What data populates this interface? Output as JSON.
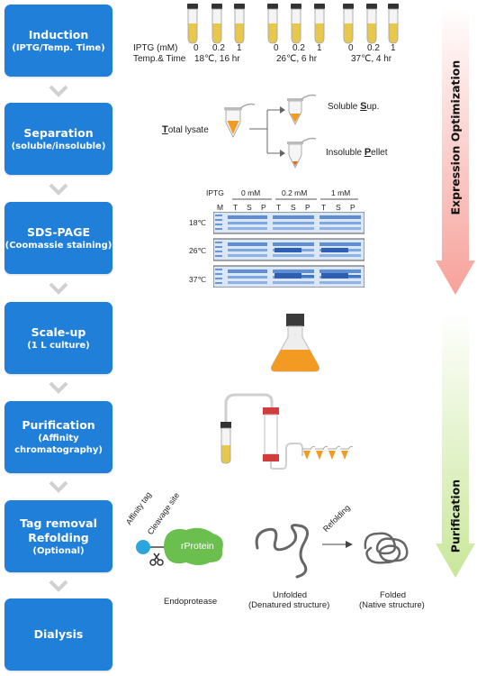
{
  "steps": [
    {
      "title": "Induction",
      "subtitle": "(IPTG/Temp. Time)"
    },
    {
      "title": "Separation",
      "subtitle": "(soluble/insoluble)"
    },
    {
      "title": "SDS-PAGE",
      "subtitle": "(Coomassie staining)"
    },
    {
      "title": "Scale-up",
      "subtitle": "(1 L culture)"
    },
    {
      "title": "Purification",
      "subtitle": "(Affinity",
      "subtitle2": "chromatography)"
    },
    {
      "title": "Tag removal",
      "title2": "Refolding",
      "subtitle": "(Optional)"
    },
    {
      "title": "Dialysis"
    }
  ],
  "phases": {
    "expression": "Expression Optimization",
    "purification": "Purification"
  },
  "induction": {
    "iptg_label": "IPTG (mM)",
    "temp_label": "Temp.& Time",
    "iptg_values": [
      "0",
      "0.2",
      "1"
    ],
    "conditions": [
      "18℃, 16 hr",
      "26℃, 6 hr",
      "37℃, 4 hr"
    ]
  },
  "separation": {
    "total_initial": "T",
    "total_rest": "otal lysate",
    "soluble_pre": "Soluble ",
    "soluble_initial": "S",
    "soluble_post": "up.",
    "insoluble_pre": "Insoluble ",
    "insoluble_initial": "P",
    "insoluble_post": "ellet"
  },
  "gel": {
    "iptg_label": "IPTG",
    "groups": [
      "0 mM",
      "0.2 mM",
      "1 mM"
    ],
    "marker": "M",
    "lanes": [
      "T",
      "S",
      "P",
      "T",
      "S",
      "P",
      "T",
      "S",
      "P"
    ],
    "temperatures": [
      "18℃",
      "26℃",
      "37℃"
    ]
  },
  "tag_removal": {
    "affinity_tag": "Affinity tag",
    "cleavage_site": "Cleavage site",
    "protein": "rProtein",
    "endoprotease": "Endoprotease",
    "unfolded": "Unfolded",
    "unfolded_sub": "(Denatured structure)",
    "refolding": "Refolding",
    "folded": "Folded",
    "folded_sub": "(Native structure)"
  },
  "colors": {
    "step_blue": "#1f7fd9",
    "chevron_gray": "#d0d0d0",
    "expression_band": "#f7a19a",
    "purification_band": "#c9e79a",
    "liquid_yellow": "#e8c84a",
    "culture_orange": "#f39a23",
    "gel_blue": "#3e76c9"
  }
}
